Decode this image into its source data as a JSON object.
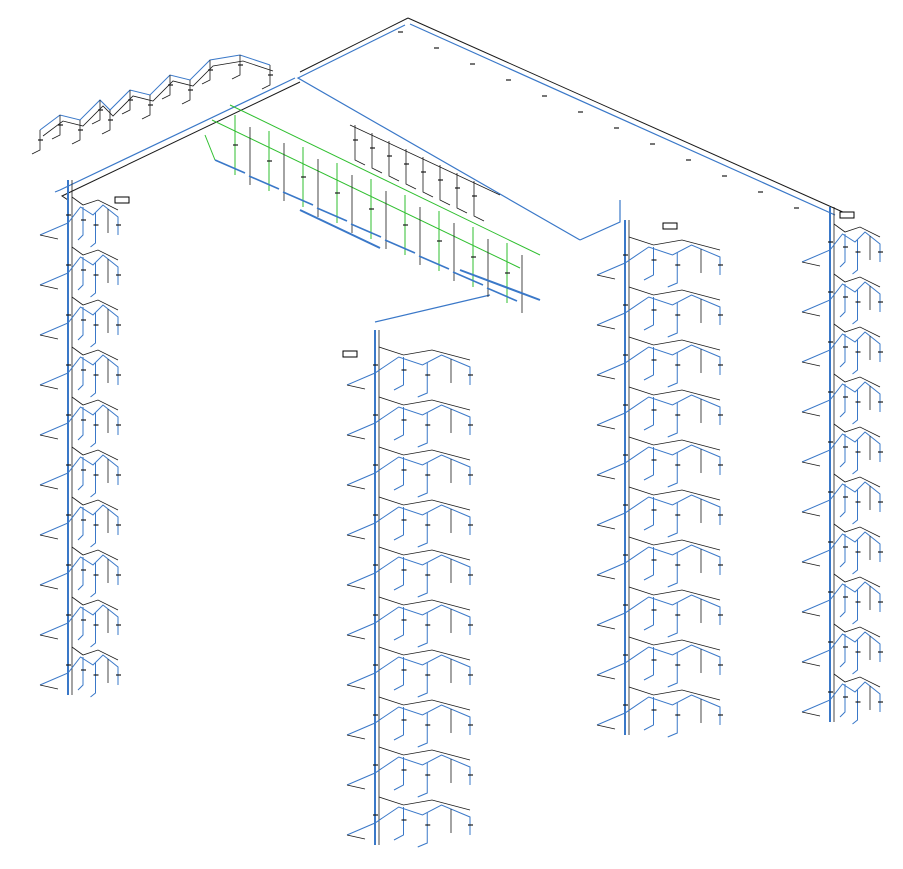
{
  "diagram": {
    "type": "isometric piping schematic",
    "colors": {
      "background": "#ffffff",
      "pipe_blue": "#3a78c8",
      "pipe_black": "#1a1a1a",
      "pipe_green": "#2fbf2f",
      "label_box": "#000000"
    },
    "towers": [
      {
        "id": "left",
        "floors": 10
      },
      {
        "id": "center",
        "floors": 10
      },
      {
        "id": "right-1",
        "floors": 10
      },
      {
        "id": "right-2",
        "floors": 10
      }
    ],
    "roof_network_branches": 8
  }
}
